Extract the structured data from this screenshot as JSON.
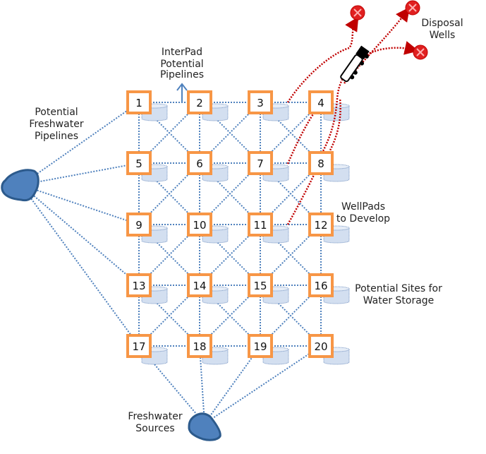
{
  "title": "Water management network diagram",
  "pads": [
    "1",
    "2",
    "3",
    "4",
    "5",
    "6",
    "7",
    "8",
    "9",
    "10",
    "11",
    "12",
    "13",
    "14",
    "15",
    "16",
    "17",
    "18",
    "19",
    "20"
  ],
  "labels": {
    "interpad": [
      "InterPad",
      "Potential",
      "Pipelines"
    ],
    "freshwater_pipelines": [
      "Potential",
      "Freshwater",
      "Pipelines"
    ],
    "disposal_wells": [
      "Disposal",
      "Wells"
    ],
    "wellpads": [
      "WellPads",
      "to Develop"
    ],
    "storage": [
      "Potential Sites for",
      "Water Storage"
    ],
    "freshwater_sources": [
      "Freshwater",
      "Sources"
    ]
  },
  "colors": {
    "pad_border": "#f79646",
    "pipeline": "#4f81bd",
    "disposal_route": "#c00000",
    "disposal_well": "#e02020",
    "source_fill": "#4f81bd",
    "source_stroke": "#2c5a8c",
    "tank_fill": "#d3dff0"
  },
  "icons": {
    "disposal_well": "x-circle-icon",
    "truck": "truck-icon",
    "source": "water-body-icon",
    "tank": "storage-tank-icon",
    "arrow": "arrow-up-icon"
  }
}
